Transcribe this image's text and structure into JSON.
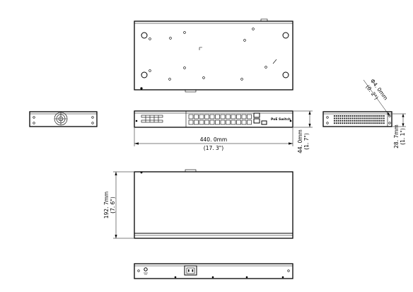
{
  "dimensions": {
    "width_mm": "440. 0mm",
    "width_in": "(17. 3\")",
    "height_mm": "44. 0mm",
    "height_in": "(1. 7\")",
    "side_height_mm": "28. 7mm",
    "side_height_in": "(1. 1\")",
    "hole_diameter_mm": "Φ4. 0mm",
    "hole_diameter_in": "(0. 2\")",
    "depth_mm": "192. 7mm",
    "depth_in": "(7. 6\")"
  },
  "front_panel": {
    "label": "PoE Switch"
  }
}
